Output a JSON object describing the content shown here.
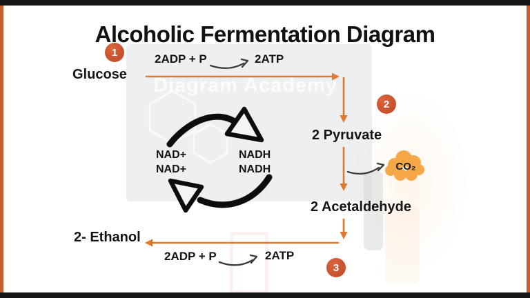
{
  "title": "Alcoholic Fermentation Diagram",
  "watermark": "Diagram Academy",
  "badges": {
    "step1": "1",
    "step2": "2",
    "step3": "3"
  },
  "nodes": {
    "glucose": "Glucose",
    "pyruvate": "2 Pyruvate",
    "acetaldehyde": "2 Acetaldehyde",
    "ethanol": "2- Ethanol",
    "co2": "CO₂"
  },
  "reactions": {
    "top": {
      "substrate": "2ADP + P",
      "product": "2ATP"
    },
    "bottom": {
      "substrate": "2ADP + P",
      "product": "2ATP"
    }
  },
  "cycle": {
    "left_top": "NAD+",
    "left_bottom": "NAD+",
    "right_top": "NADH",
    "right_bottom": "NADH"
  },
  "colors": {
    "arrow_orange": "#e2772e",
    "badge_red": "#c84e2a",
    "cloud_orange": "#f6a849",
    "frame_orange": "#c75f2e",
    "frame_black": "#161616",
    "text_black": "#141414"
  }
}
